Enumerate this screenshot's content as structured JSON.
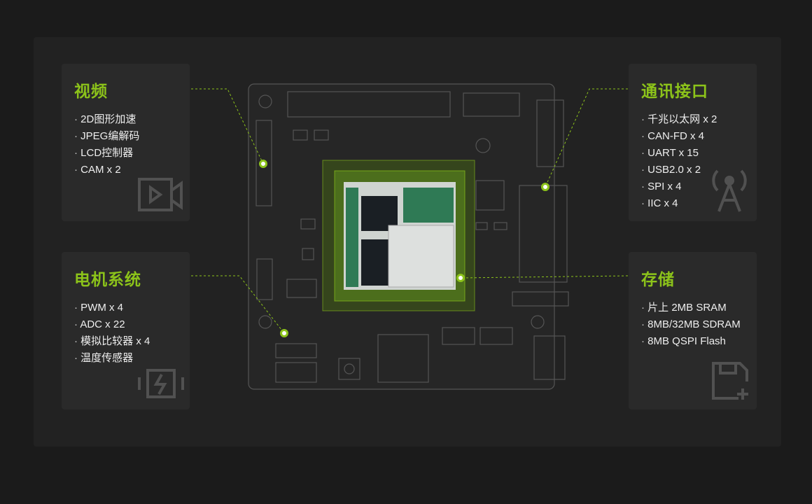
{
  "cards": {
    "video": {
      "title": "视频",
      "items": [
        "2D图形加速",
        "JPEG编解码",
        "LCD控制器",
        "CAM x 2"
      ],
      "icon": "video-camera-icon"
    },
    "motor": {
      "title": "电机系统",
      "items": [
        "PWM x 4",
        "ADC x 22",
        "模拟比较器 x 4",
        "温度传感器"
      ],
      "icon": "battery-charging-icon"
    },
    "comm": {
      "title": "通讯接口",
      "items": [
        "千兆以太网 x 2",
        "CAN-FD x 4",
        "UART x 15",
        "USB2.0 x 2",
        "SPI x 4",
        "IIC x 4"
      ],
      "icon": "signal-tower-icon"
    },
    "storage": {
      "title": "存储",
      "items": [
        "片上 2MB SRAM",
        "8MB/32MB SDRAM",
        "8MB QSPI Flash"
      ],
      "icon": "floppy-disk-add-icon"
    }
  },
  "colors": {
    "accent": "#8cc31a",
    "background": "#1b1b1b",
    "panel": "#222222",
    "card": "#2a2a2a"
  }
}
